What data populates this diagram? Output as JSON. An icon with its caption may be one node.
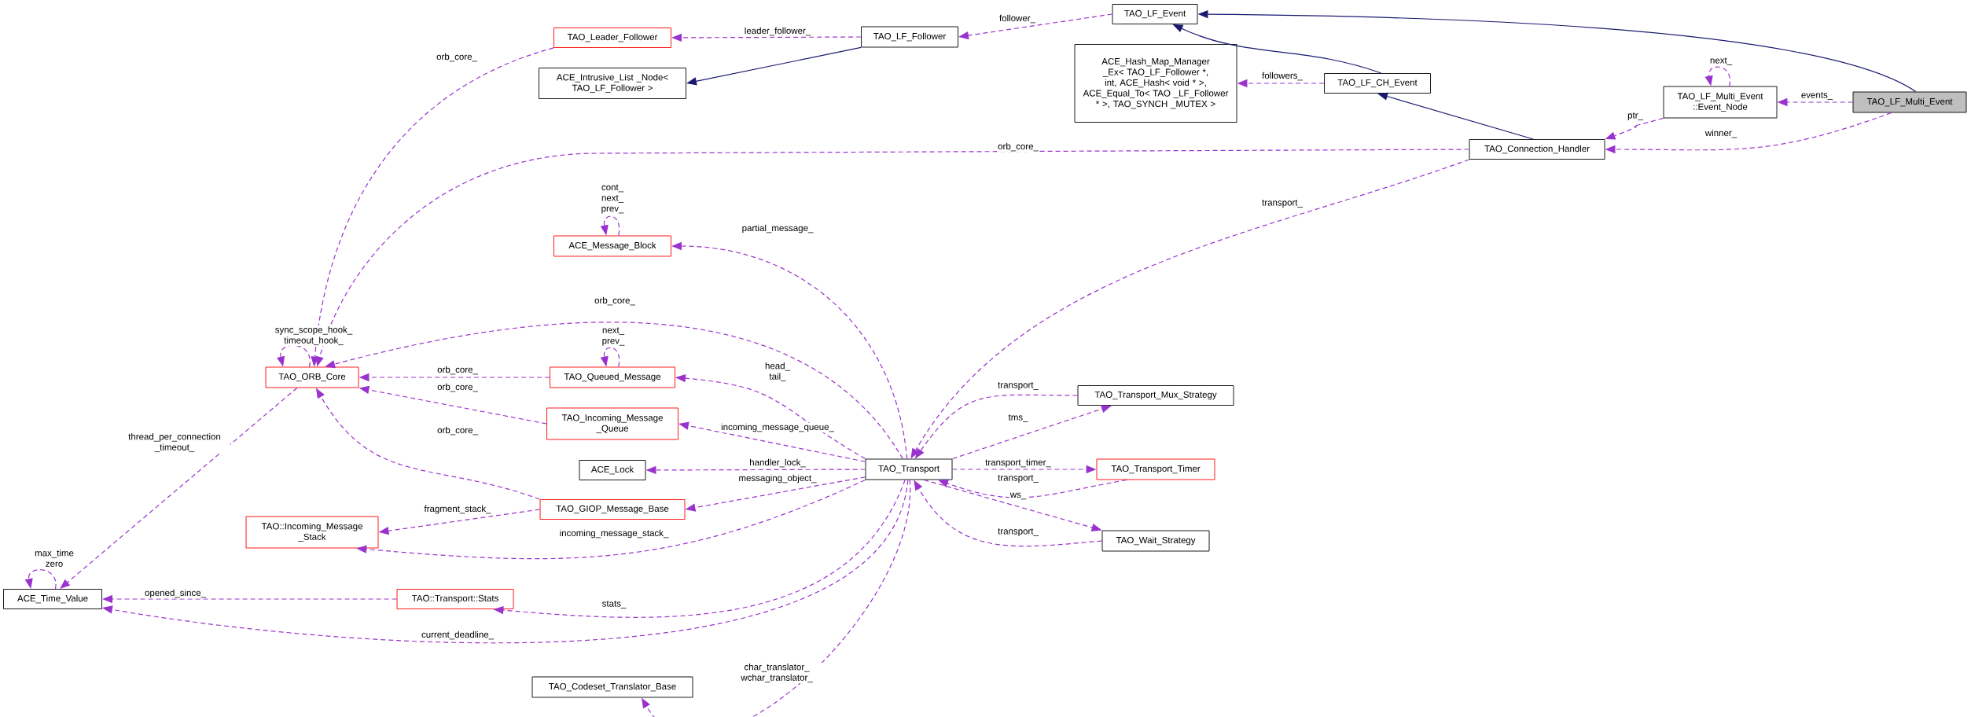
{
  "diagram": {
    "nodes": [
      {
        "text": [
          "TAO_LF_Multi_Event"
        ]
      },
      {
        "text": [
          "TAO_LF_Multi_Event ::Event_Node"
        ]
      },
      {
        "text": [
          "TAO_LF_Event"
        ]
      },
      {
        "text": [
          "TAO_LF_CH_Event"
        ]
      },
      {
        "text": [
          "TAO_Connection_Handler"
        ]
      },
      {
        "text": [
          "TAO_LF_Follower"
        ]
      },
      {
        "text": [
          "TAO_Leader_Follower"
        ]
      },
      {
        "text": [
          "ACE_Intrusive_List _Node< TAO_LF_Follower >"
        ]
      },
      {
        "text": [
          "ACE_Hash_Map_Manager _Ex< TAO_LF_Follower *, int, ACE_Hash< void * >, ACE_Equal_To< TAO _LF_Follower * >, TAO_SYNCH _MUTEX >"
        ]
      },
      {
        "text": [
          "ACE_Message_Block"
        ]
      },
      {
        "text": [
          "TAO_ORB_Core"
        ]
      },
      {
        "text": [
          "TAO_Queued_Message"
        ]
      },
      {
        "text": [
          "TAO_Incoming_Message _Queue"
        ]
      },
      {
        "text": [
          "ACE_Lock"
        ]
      },
      {
        "text": [
          "TAO_GIOP_Message_Base"
        ]
      },
      {
        "text": [
          "TAO::Incoming_Message _Stack"
        ]
      },
      {
        "text": [
          "TAO_Transport"
        ]
      },
      {
        "text": [
          "TAO_Transport_Mux_Strategy"
        ]
      },
      {
        "text": [
          "TAO_Transport_Timer"
        ]
      },
      {
        "text": [
          "TAO_Wait_Strategy"
        ]
      },
      {
        "text": [
          "ACE_Time_Value"
        ]
      },
      {
        "text": [
          "TAO::Transport::Stats"
        ]
      },
      {
        "text": [
          "TAO_Codeset_Translator_Base"
        ]
      }
    ],
    "edges": [
      {
        "from": 0,
        "to": 1,
        "arrow": "to",
        "label": "events_",
        "style": "dashed"
      },
      {
        "from": 0,
        "to": 4,
        "arrow": "to",
        "label": "winner_",
        "style": "dashed"
      },
      {
        "from": 0,
        "to": 2,
        "arrow": "to",
        "color": "#191970"
      },
      {
        "from": 1,
        "to": 1,
        "arrow": "to",
        "label": "next_",
        "style": "dashed"
      },
      {
        "from": 1,
        "to": 4,
        "arrow": "to",
        "label": "ptr_",
        "style": "dashed"
      },
      {
        "from": 3,
        "to": 2,
        "arrow": "to",
        "color": "#191970"
      },
      {
        "from": 4,
        "to": 3,
        "arrow": "to",
        "color": "#191970"
      },
      {
        "from": 3,
        "to": 8,
        "arrow": "to",
        "label": "followers_",
        "style": "dashed"
      },
      {
        "from": 2,
        "to": 5,
        "arrow": "to",
        "label": "follower_",
        "style": "dashed"
      },
      {
        "from": 5,
        "to": 6,
        "arrow": "to",
        "label": "leader_follower_",
        "style": "dashed"
      },
      {
        "from": 5,
        "to": 7,
        "arrow": "to",
        "color": "#191970"
      },
      {
        "from": 6,
        "to": 10,
        "arrow": "to",
        "label": "orb_core_",
        "style": "dashed"
      },
      {
        "from": 4,
        "to": 10,
        "arrow": "to",
        "label": "orb_core_",
        "style": "dashed"
      },
      {
        "from": 4,
        "to": 16,
        "arrow": "to",
        "label": "transport_",
        "style": "dashed"
      },
      {
        "from": 9,
        "to": 9,
        "arrow": "to",
        "label": "cont_ next_ prev_",
        "style": "dashed"
      },
      {
        "from": 16,
        "to": 9,
        "arrow": "to",
        "label": "partial_message_",
        "style": "dashed"
      },
      {
        "from": 16,
        "to": 10,
        "arrow": "to",
        "label": "orb_core_",
        "style": "dashed"
      },
      {
        "from": 11,
        "to": 11,
        "arrow": "to",
        "label": "next_ prev_",
        "style": "dashed"
      },
      {
        "from": 11,
        "to": 10,
        "arrow": "to",
        "label": "orb_core_",
        "style": "dashed"
      },
      {
        "from": 12,
        "to": 10,
        "arrow": "to",
        "label": "orb_core_",
        "style": "dashed"
      },
      {
        "from": 14,
        "to": 10,
        "arrow": "to",
        "label": "orb_core_",
        "style": "dashed"
      },
      {
        "from": 10,
        "to": 10,
        "arrow": "to",
        "label": "sync_scope_hook_ timeout_hook_",
        "style": "dashed"
      },
      {
        "from": 16,
        "to": 11,
        "arrow": "to",
        "label": "head_ tail_",
        "style": "dashed"
      },
      {
        "from": 16,
        "to": 12,
        "arrow": "to",
        "label": "incoming_message_queue_",
        "style": "dashed"
      },
      {
        "from": 16,
        "to": 13,
        "arrow": "to",
        "label": "handler_lock_",
        "style": "dashed"
      },
      {
        "from": 16,
        "to": 14,
        "arrow": "to",
        "label": "messaging_object_",
        "style": "dashed"
      },
      {
        "from": 14,
        "to": 15,
        "arrow": "to",
        "label": "fragment_stack_",
        "style": "dashed"
      },
      {
        "from": 16,
        "to": 15,
        "arrow": "to",
        "label": "incoming_message_stack_",
        "style": "dashed"
      },
      {
        "from": 10,
        "to": 20,
        "arrow": "to",
        "label": "thread_per_connection _timeout_",
        "style": "dashed"
      },
      {
        "from": 20,
        "to": 20,
        "arrow": "to",
        "label": "max_time zero",
        "style": "dashed"
      },
      {
        "from": 21,
        "to": 20,
        "arrow": "to",
        "label": "opened_since_",
        "style": "dashed"
      },
      {
        "from": 16,
        "to": 21,
        "arrow": "to",
        "label": "stats_",
        "style": "dashed"
      },
      {
        "from": 16,
        "to": 20,
        "arrow": "to",
        "label": "current_deadline_",
        "style": "dashed"
      },
      {
        "from": 16,
        "to": 22,
        "arrow": "to",
        "label": "char_translator_ wchar_translator_",
        "style": "dashed"
      },
      {
        "from": 17,
        "to": 16,
        "arrow": "to",
        "label": "transport_",
        "style": "dashed"
      },
      {
        "from": 16,
        "to": 17,
        "arrow": "to",
        "label": "tms_",
        "style": "dashed"
      },
      {
        "from": 16,
        "to": 18,
        "arrow": "to",
        "label": "transport_timer_",
        "style": "dashed"
      },
      {
        "from": 18,
        "to": 16,
        "arrow": "to",
        "label": "transport_",
        "style": "dashed"
      },
      {
        "from": 16,
        "to": 19,
        "arrow": "to",
        "label": "ws_",
        "style": "dashed"
      },
      {
        "from": 19,
        "to": 16,
        "arrow": "to",
        "label": "transport_",
        "style": "dashed"
      }
    ]
  }
}
